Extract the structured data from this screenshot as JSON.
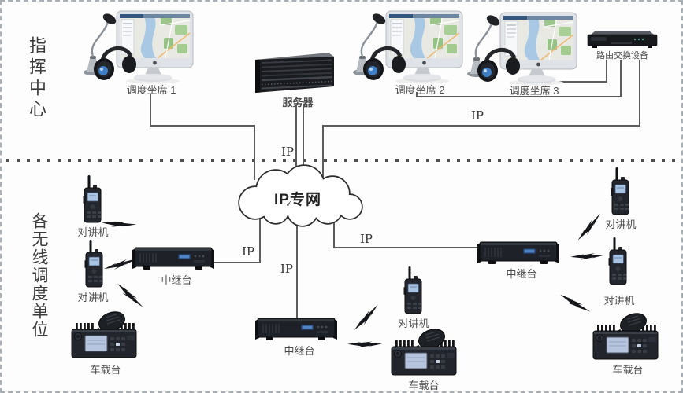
{
  "sections": {
    "command_center": "指挥中心",
    "field_units": "各无线调度单位"
  },
  "command_center": {
    "seats": [
      {
        "label": "调度坐席 1"
      },
      {
        "label": "调度坐席 2"
      },
      {
        "label": "调度坐席 3"
      }
    ],
    "server_label": "服务器",
    "router_label": "路由交换设备"
  },
  "network": {
    "cloud_label": "IP专网",
    "ip_label": "IP"
  },
  "field_units": {
    "left": {
      "handheld1": "对讲机",
      "handheld2": "对讲机",
      "repeater": "中继台",
      "mobile": "车载台"
    },
    "middle": {
      "handheld": "对讲机",
      "repeater": "中继台",
      "mobile": "车载台"
    },
    "right": {
      "handheld1": "对讲机",
      "handheld2": "对讲机",
      "repeater": "中继台",
      "mobile": "车载台"
    }
  },
  "colors": {
    "line": "#5c5c5c",
    "label_text": "#4c4c4c",
    "cloud_stroke": "#2e2e2e",
    "screen_water": "#a9c8e3",
    "device_body": "#1e2127"
  }
}
